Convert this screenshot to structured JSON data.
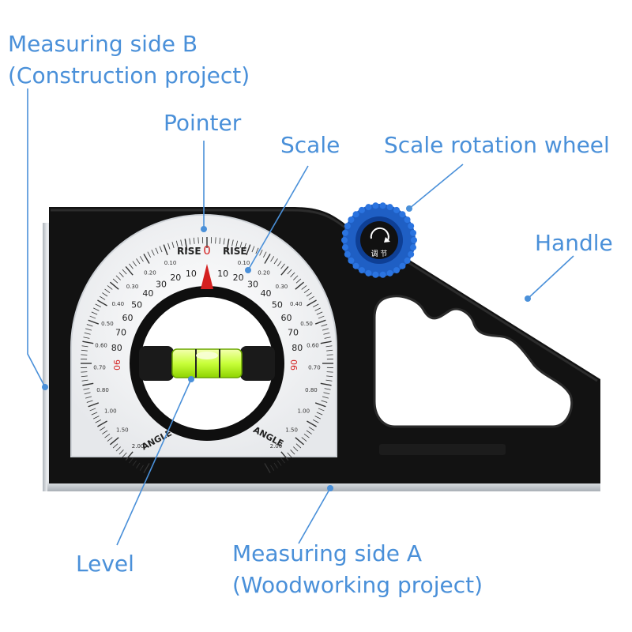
{
  "callouts": {
    "measuring_side_b": "Measuring side B",
    "measuring_side_b_sub": "(Construction project)",
    "pointer": "Pointer",
    "scale": "Scale",
    "scale_rotation_wheel": "Scale rotation wheel",
    "handle": "Handle",
    "level": "Level",
    "measuring_side_a": "Measuring side A",
    "measuring_side_a_sub": "(Woodworking project)"
  },
  "dial": {
    "rise_left": "RISE",
    "rise_right": "RISE",
    "zero_mark": "0",
    "angle_left": "ANGLE",
    "angle_right": "ANGLE",
    "ninety_left": "90",
    "ninety_right": "90",
    "angle_numbers": [
      "10",
      "20",
      "30",
      "40",
      "50",
      "60",
      "70",
      "80"
    ],
    "rise_numbers": [
      "0.10",
      "0.20",
      "0.30",
      "0.40",
      "0.50",
      "0.60",
      "0.70",
      "0.80",
      "1.00",
      "1.50",
      "2.00"
    ]
  },
  "wheel": {
    "characters": "调 节"
  },
  "colors": {
    "callout_text": "#4a90d9",
    "body": "#111111",
    "wheel_blue": "#1f5fc4",
    "pointer_red": "#d42020",
    "level_vial": "#c8ff3a",
    "aluminum": "#d9dde2"
  }
}
